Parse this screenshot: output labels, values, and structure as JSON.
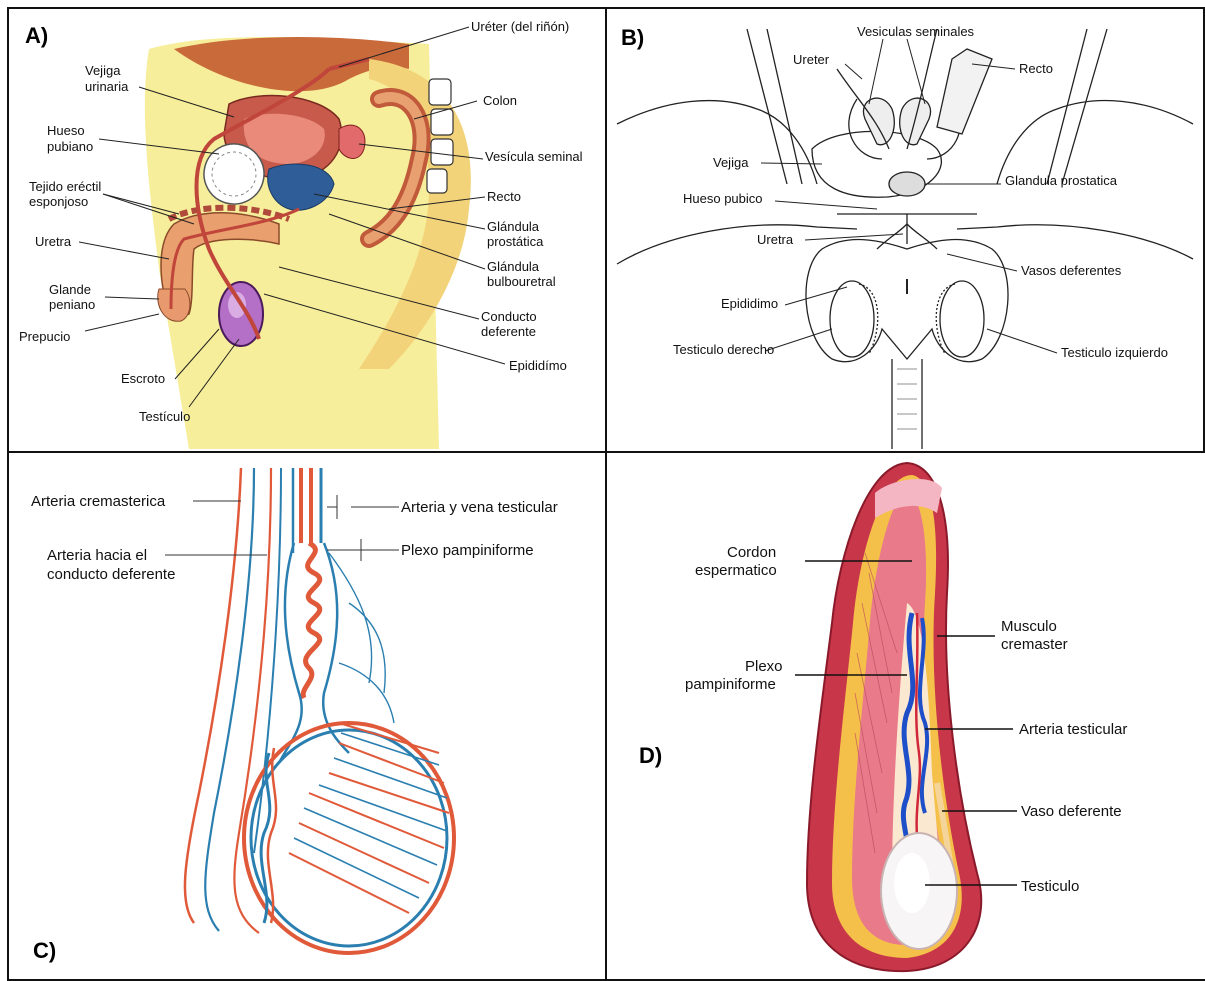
{
  "panels": {
    "A": {
      "letter": "A)",
      "labels": {
        "ureter": "Uréter (del riñón)",
        "vejiga1": "Vejiga",
        "vejiga2": "urinaria",
        "colon": "Colon",
        "hueso1": "Hueso",
        "hueso2": "pubiano",
        "vesicula": "Vesícula seminal",
        "tejido1": "Tejido eréctil",
        "tejido2": "esponjoso",
        "recto": "Recto",
        "glandula1": "Glándula",
        "glandula2": "prostática",
        "uretra": "Uretra",
        "bulbo1": "Glándula",
        "bulbo2": "bulbouretral",
        "glande1": "Glande",
        "glande2": "peniano",
        "conducto1": "Conducto",
        "conducto2": "deferente",
        "prepucio": "Prepucio",
        "epididimo": "Epididímo",
        "escroto": "Escroto",
        "testiculo": "Testículo"
      }
    },
    "B": {
      "letter": "B)",
      "labels": {
        "vesiculas": "Vesiculas seminales",
        "ureter": "Ureter",
        "recto": "Recto",
        "vejiga": "Vejiga",
        "glandula": "Glandula prostatica",
        "hueso": "Hueso pubico",
        "uretra": "Uretra",
        "vasos": "Vasos deferentes",
        "epididimo": "Epididimo",
        "testderecho": "Testiculo derecho",
        "testizq": "Testiculo izquierdo"
      }
    },
    "C": {
      "letter": "C)",
      "labels": {
        "cremasterica": "Arteria cremasterica",
        "arteriavena": "Arteria y vena testicular",
        "hacia1": "Arteria hacia el",
        "hacia2": "conducto deferente",
        "plexo": "Plexo pampiniforme"
      }
    },
    "D": {
      "letter": "D)",
      "labels": {
        "cordon1": "Cordon",
        "cordon2": "espermatico",
        "musculo1": "Musculo",
        "musculo2": "cremaster",
        "plexo1": "Plexo",
        "plexo2": "pampiniforme",
        "arteria": "Arteria testicular",
        "vaso": "Vaso deferente",
        "testiculo": "Testiculo"
      }
    }
  }
}
